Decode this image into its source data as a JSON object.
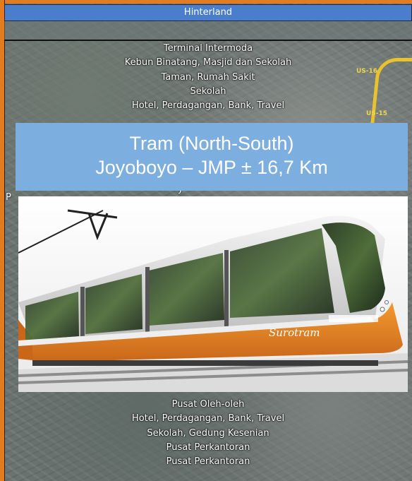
{
  "header": {
    "title": "Hinterland"
  },
  "top_list": [
    "Terminal Intermoda",
    "Kebun Binatang, Masjid dan Sekolah",
    "Taman, Rumah Sakit",
    "Sekolah",
    "Hotel, Perdagangan, Bank, Travel"
  ],
  "slide": {
    "title_line1": "Tram (North-South)",
    "title_line2": "Joyoboyo – JMP ± 16,7 Km"
  },
  "tram": {
    "brand_text": "Surotram"
  },
  "map_labels": {
    "road1": "US-16",
    "road2": "US-15"
  },
  "partial_fragments": {
    "left_fragment": "P",
    "peek_text": "y"
  },
  "bottom_list": [
    "Pusat Oleh-oleh",
    "Hotel, Perdagangan, Bank, Travel",
    "Sekolah, Gedung Kesenian",
    "Pusat Perkantoran",
    "Pusat Perkantoran"
  ],
  "colors": {
    "accent_orange": "#e47b1f",
    "header_blue": "#4a7dcb",
    "title_blue": "#7daee0",
    "route_yellow": "#e8c32d"
  }
}
